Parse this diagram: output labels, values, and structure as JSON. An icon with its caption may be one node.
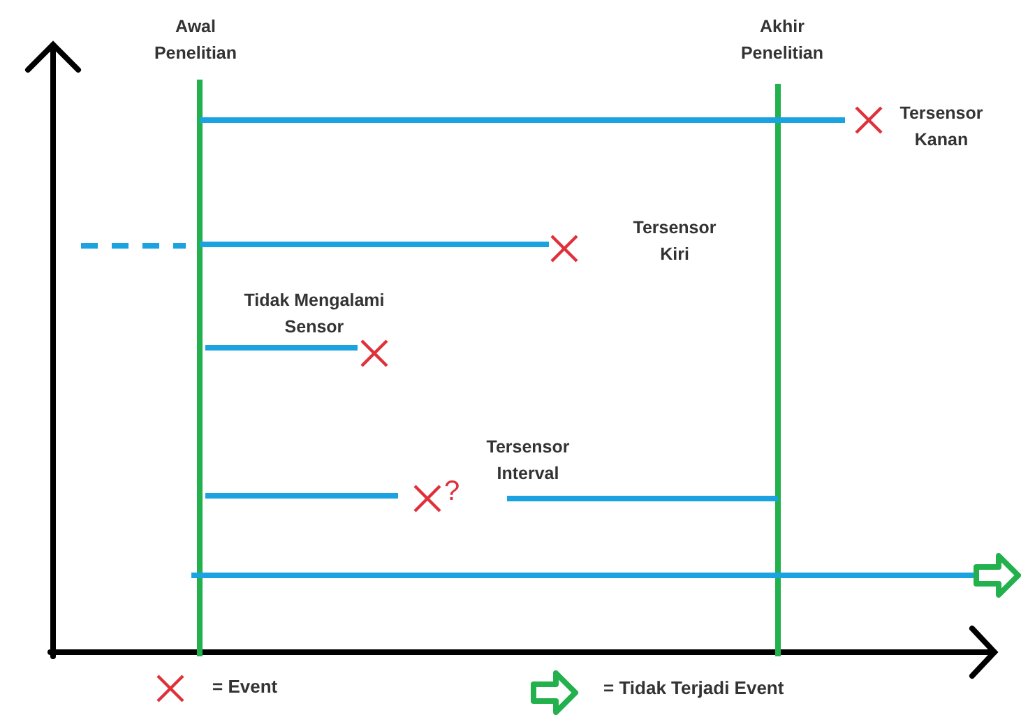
{
  "diagram": {
    "labels": [
      "Awal Penelitian",
      "Akhir Penelitian",
      "Tersensor Kanan",
      "Tersensor Kiri",
      "Tidak Mengalami Sensor",
      "?",
      "Tersensor Interval"
    ],
    "legend": [
      {
        "text": "= Event"
      },
      {
        "text": "= Tidak Terjadi Event"
      }
    ]
  }
}
